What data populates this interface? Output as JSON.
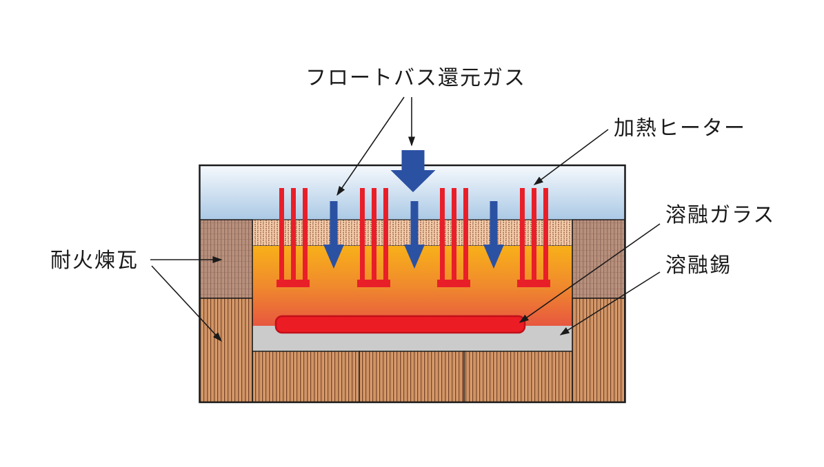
{
  "labels": {
    "reducing_gas": "フロートバス還元ガス",
    "heater": "加熱ヒーター",
    "molten_glass": "溶融ガラス",
    "molten_tin": "溶融錫",
    "refractory_brick": "耐火煉瓦"
  },
  "colors": {
    "background": "#ffffff",
    "outline": "#1a1a1a",
    "sky_top": "#f5f9fd",
    "sky_bottom": "#abc9e5",
    "flow_blue": "#2b51a3",
    "heater_red": "#e81f29",
    "glass_fill": "#ec1c24",
    "glass_border": "#c01019",
    "melt_top": "#f8b019",
    "melt_mid": "#f08a2d",
    "melt_bottom": "#e7573f",
    "tin_gray": "#cbcbcb",
    "ceiling_bg": "#f3cdab",
    "ceiling_dot": "#b97c5c",
    "ceiling_dot_dark": "#8a5038",
    "wall_upper_bg": "#bf9783",
    "wall_upper_line": "#8c685a",
    "wall_upper_line2": "#a87f6d",
    "brick_bg": "#dfa273",
    "brick_dark": "#6f3d22",
    "brick_mid": "#bd7f50"
  }
}
